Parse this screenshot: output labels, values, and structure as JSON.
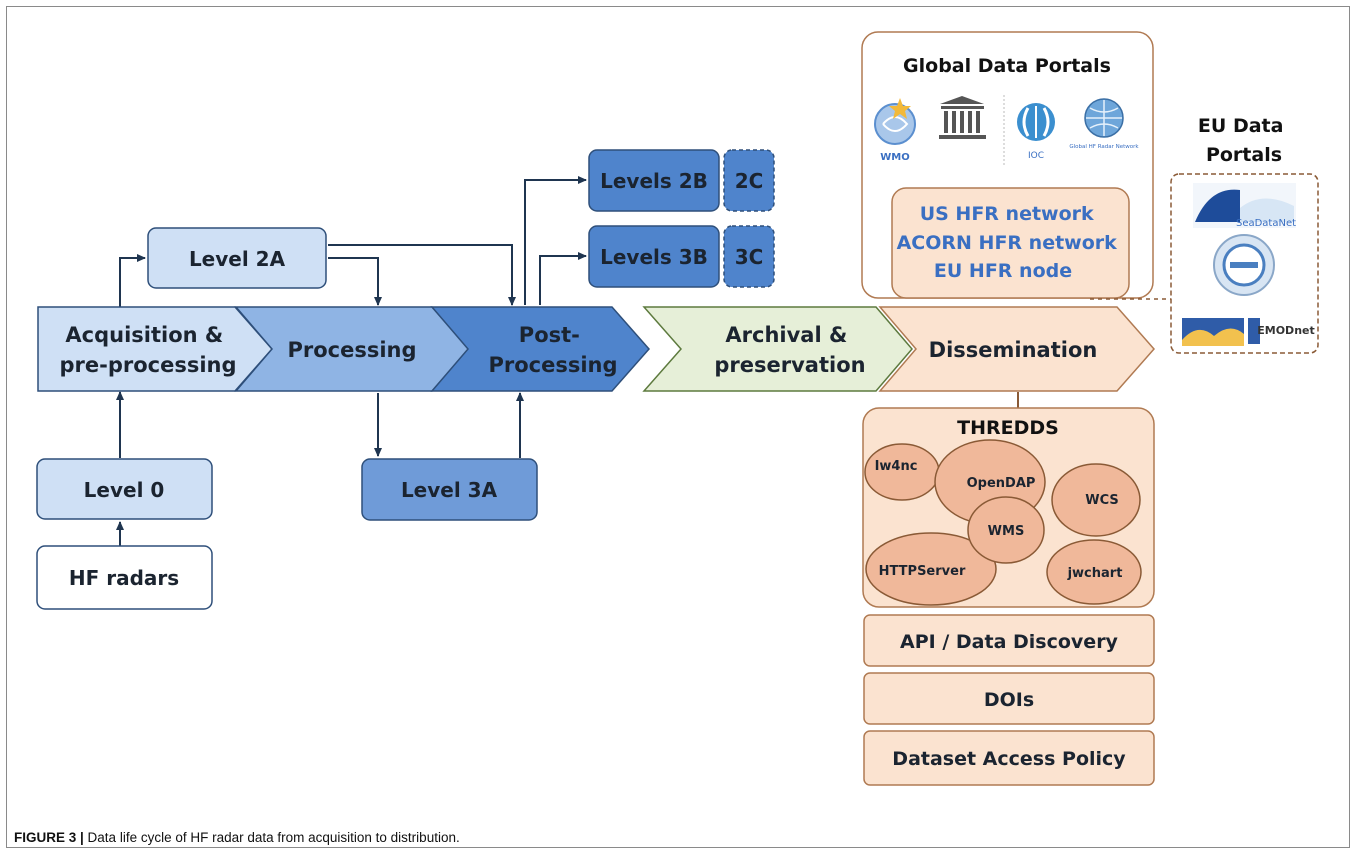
{
  "stages": {
    "acquisition": [
      "Acquisition &",
      "pre-processing"
    ],
    "processing": "Processing",
    "post_processing": [
      "Post-",
      "Processing"
    ],
    "archival": [
      "Archival &",
      "preservation"
    ],
    "dissemination": "Dissemination"
  },
  "levels": {
    "level0": "Level 0",
    "hf_radars": "HF radars",
    "level2a": "Level 2A",
    "level3a": "Level 3A",
    "levels2b": "Levels 2B",
    "l2c": "2C",
    "levels3b": "Levels 3B",
    "l3c": "3C"
  },
  "global_portals": {
    "title": "Global Data Portals",
    "logos": [
      "WMO",
      "",
      "IOC",
      "Global HF Radar Network"
    ],
    "networks": [
      "US HFR network",
      "ACORN HFR network",
      "EU HFR node"
    ]
  },
  "eu_portals": {
    "title": [
      "EU Data",
      "Portals"
    ],
    "logos": [
      "SeaDataNet",
      "",
      "EMODnet"
    ]
  },
  "thredds": {
    "title": "THREDDS",
    "services": [
      "Iw4nc",
      "OpenDAP",
      "WCS",
      "WMS",
      "HTTPServer",
      "jwchart"
    ]
  },
  "access": {
    "api": "API / Data Discovery",
    "dois": "DOIs",
    "policy": "Dataset Access Policy"
  },
  "caption": {
    "label": "FIGURE 3 |",
    "text": " Data life cycle of HF radar data from acquisition to distribution."
  },
  "colors": {
    "light_blue": "#cfe0f5",
    "mid_blue": "#8fb4e4",
    "dark_blue": "#4f84cc",
    "green": "#e6efd8",
    "peach": "#fbe3d0",
    "ellipse": "#f0b89a",
    "network_text": "#3a6fc2",
    "stroke_blue": "#2e4f7a",
    "stroke_brown": "#b07a52"
  }
}
